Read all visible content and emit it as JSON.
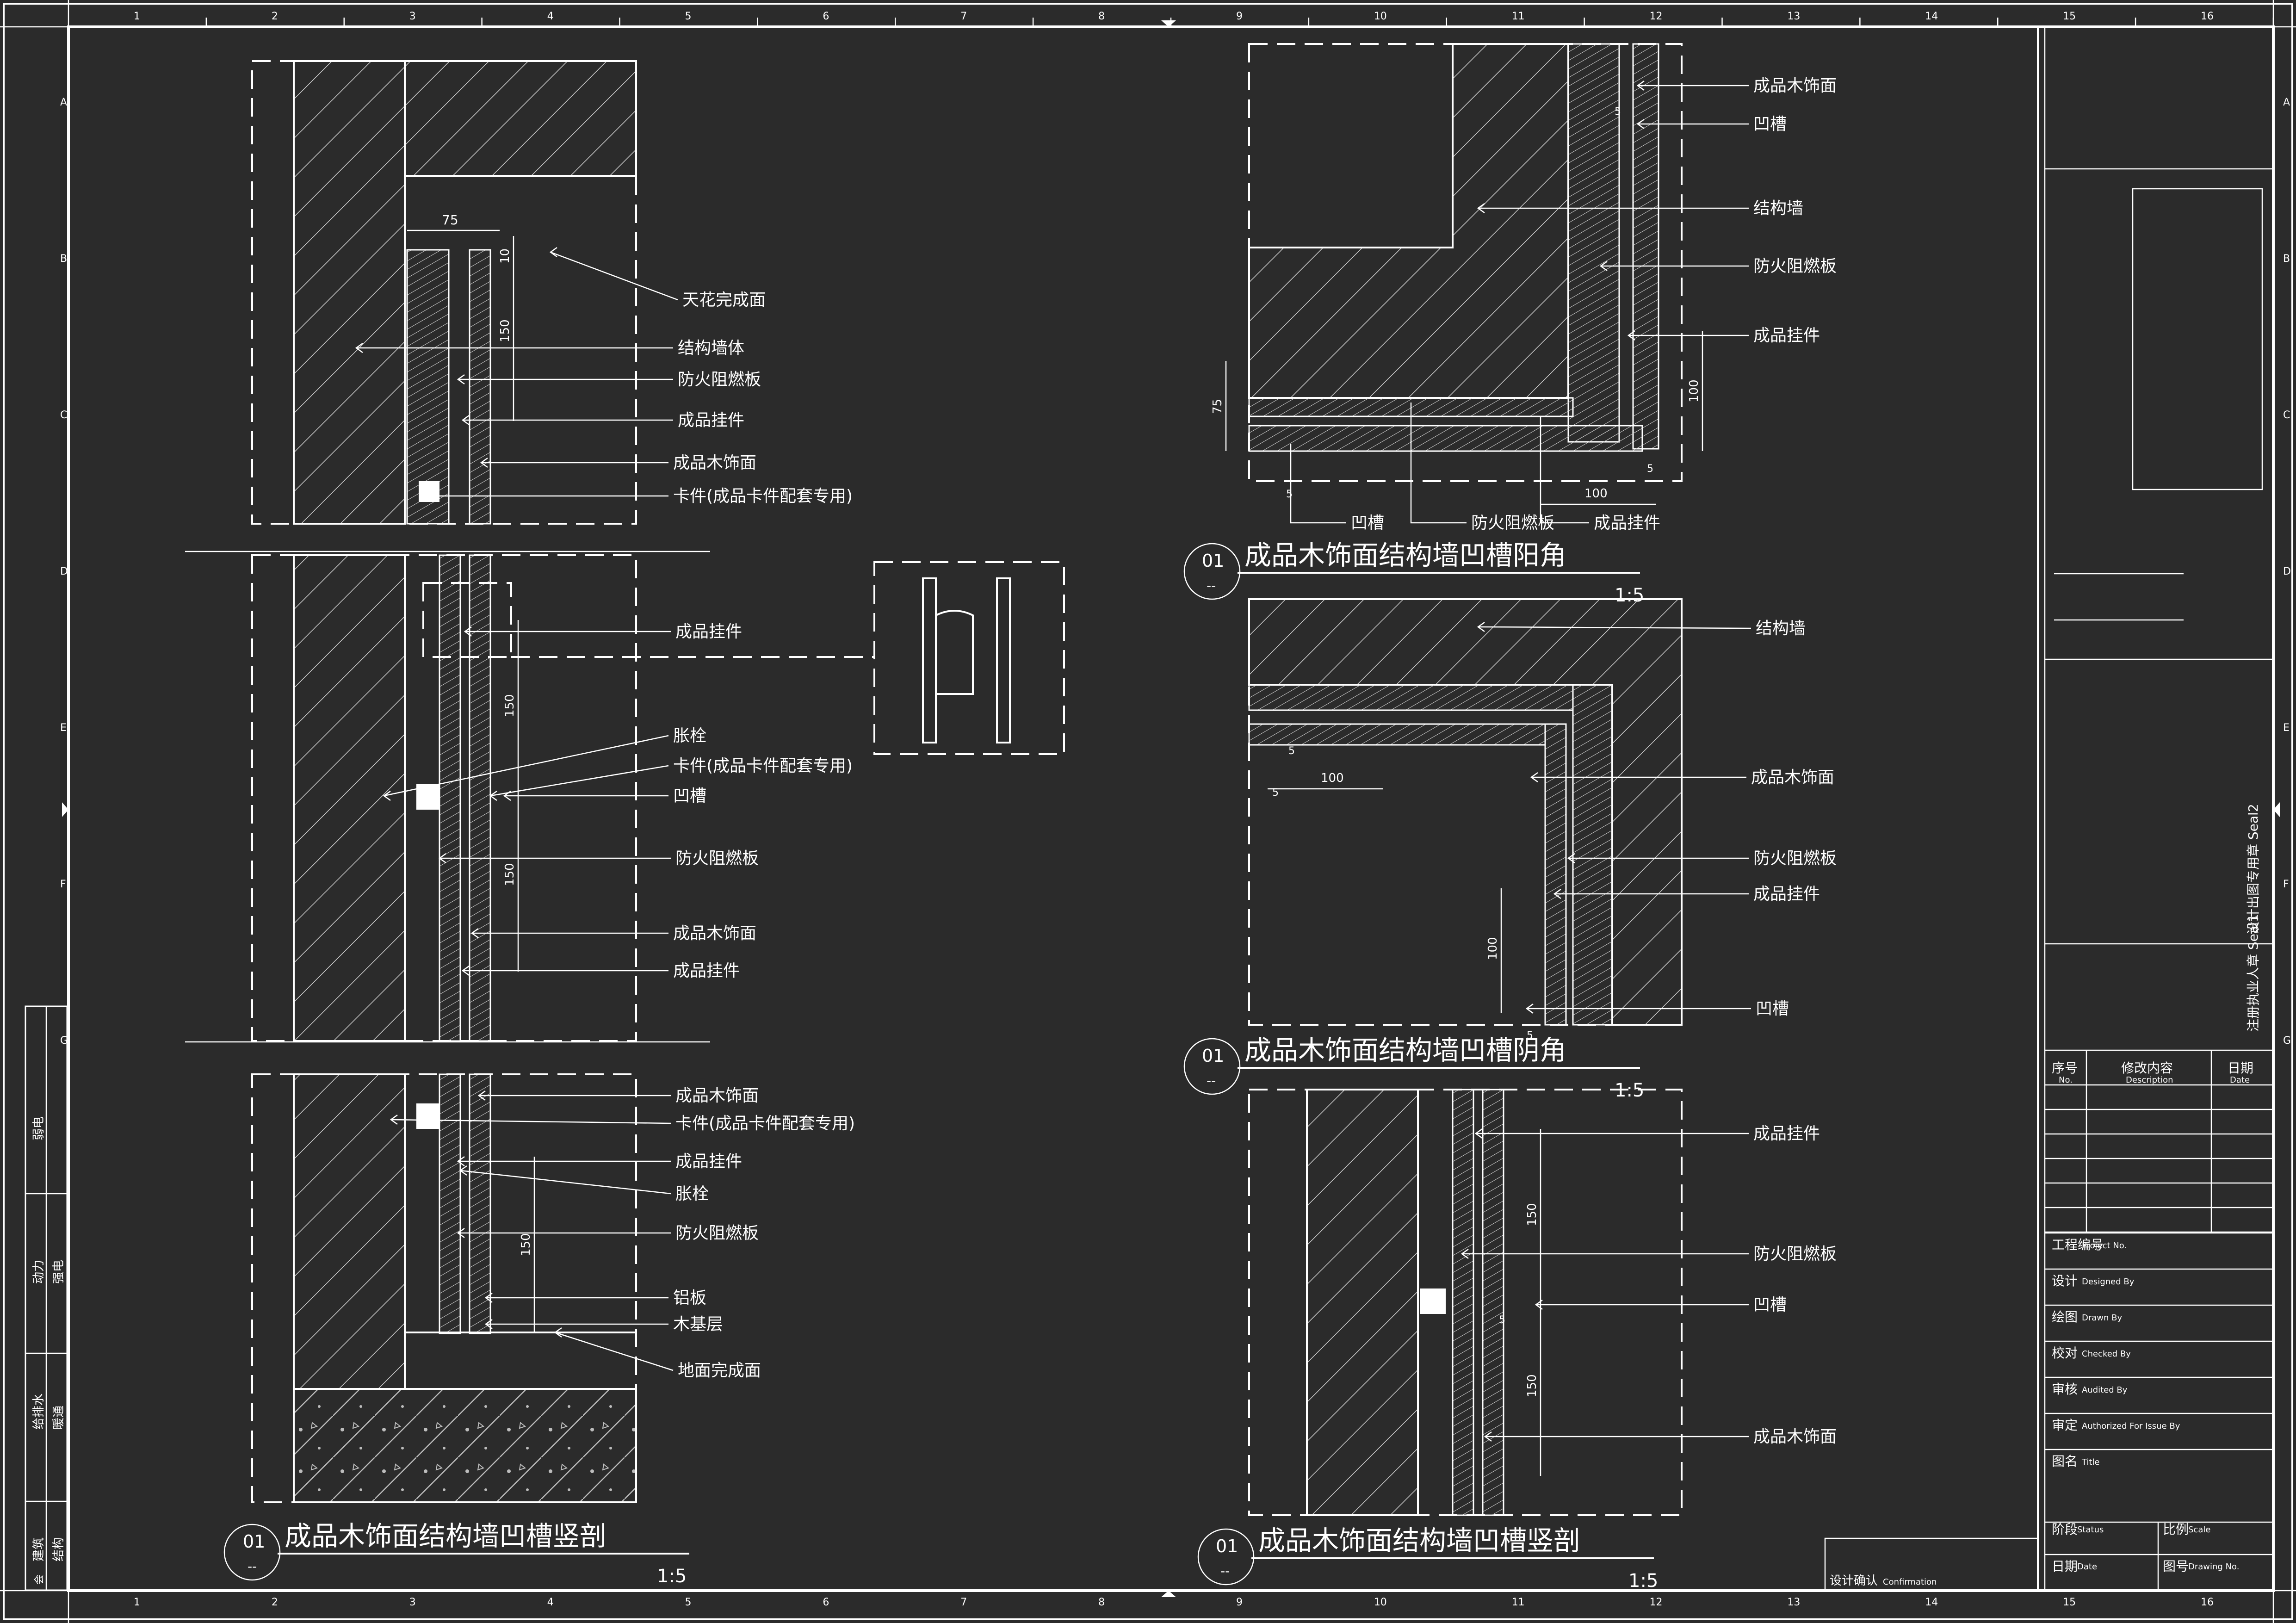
{
  "sheet": {
    "grid_columns": [
      "1",
      "2",
      "3",
      "4",
      "5",
      "6",
      "7",
      "8",
      "9",
      "10",
      "11",
      "12",
      "13",
      "14",
      "15",
      "16"
    ],
    "grid_rows": [
      "A",
      "B",
      "C",
      "D",
      "E",
      "F",
      "G"
    ]
  },
  "left_section": {
    "dims": {
      "d75": "75",
      "d10": "10",
      "d150a": "150",
      "d150b": "150",
      "d150c": "150",
      "d150d": "150"
    },
    "labels": [
      "天花完成面",
      "结构墙体",
      "防火阻燃板",
      "成品挂件",
      "成品木饰面",
      "卡件(成品卡件配套专用)",
      "成品挂件",
      "胀栓",
      "卡件(成品卡件配套专用)",
      "凹槽",
      "防火阻燃板",
      "成品木饰面",
      "成品挂件",
      "成品木饰面",
      "卡件(成品卡件配套专用)",
      "成品挂件",
      "胀栓",
      "防火阻燃板",
      "铝板",
      "木基层",
      "地面完成面"
    ],
    "title": {
      "num": "01",
      "sub": "--",
      "text": "成品木饰面结构墙凹槽竖剖",
      "scale": "1:5"
    }
  },
  "top_right_section": {
    "dims": {
      "d75": "75",
      "d100a": "100",
      "d100b": "100",
      "d5a": "5",
      "d5b": "5",
      "d5c": "5"
    },
    "labels_right": [
      "成品木饰面",
      "凹槽",
      "结构墙",
      "防火阻燃板",
      "成品挂件"
    ],
    "labels_bottom": [
      "凹槽",
      "防火阻燃板",
      "成品挂件"
    ],
    "title": {
      "num": "01",
      "sub": "--",
      "text": "成品木饰面结构墙凹槽阳角",
      "scale": "1:5"
    }
  },
  "mid_right_section": {
    "dims": {
      "d100a": "100",
      "d100b": "100",
      "d5a": "5",
      "d5b": "5",
      "d5c": "5"
    },
    "labels": [
      "结构墙",
      "成品木饰面",
      "防火阻燃板",
      "成品挂件",
      "凹槽"
    ],
    "title": {
      "num": "01",
      "sub": "--",
      "text": "成品木饰面结构墙凹槽阴角",
      "scale": "1:5"
    }
  },
  "bottom_right_section": {
    "dims": {
      "d150a": "150",
      "d150b": "150",
      "d5": "5"
    },
    "labels": [
      "成品挂件",
      "防火阻燃板",
      "凹槽",
      "成品木饰面"
    ],
    "title": {
      "num": "01",
      "sub": "--",
      "text": "成品木饰面结构墙凹槽竖剖",
      "scale": "1:5"
    }
  },
  "left_stamp": {
    "rows": [
      [
        "弱电"
      ],
      [
        "动力",
        "强电"
      ],
      [
        "给排水",
        "暖通"
      ],
      [
        "建筑",
        "结构",
        "会"
      ]
    ]
  },
  "title_block": {
    "seal2": "设计出图专用章 Seal2",
    "seal1": "注册执业人章 Seal1",
    "rev_headers": [
      {
        "cn": "序号",
        "en": "No."
      },
      {
        "cn": "修改内容",
        "en": "Description"
      },
      {
        "cn": "日期",
        "en": "Date"
      }
    ],
    "fields": [
      {
        "cn": "工程编号",
        "en": "Project No."
      },
      {
        "cn": "设计",
        "en": "Designed By"
      },
      {
        "cn": "绘图",
        "en": "Drawn By"
      },
      {
        "cn": "校对",
        "en": "Checked By"
      },
      {
        "cn": "审核",
        "en": "Audited By"
      },
      {
        "cn": "审定",
        "en": "Authorized For Issue By"
      },
      {
        "cn": "图名",
        "en": "Title"
      }
    ],
    "status": {
      "cn": "阶段",
      "en": "Status"
    },
    "scale": {
      "cn": "比例",
      "en": "Scale"
    },
    "date": {
      "cn": "日期",
      "en": "Date"
    },
    "drawing_no": {
      "cn": "图号",
      "en": "Drawing No."
    },
    "confirmation": {
      "cn": "设计确认",
      "en": "Confirmation"
    }
  }
}
